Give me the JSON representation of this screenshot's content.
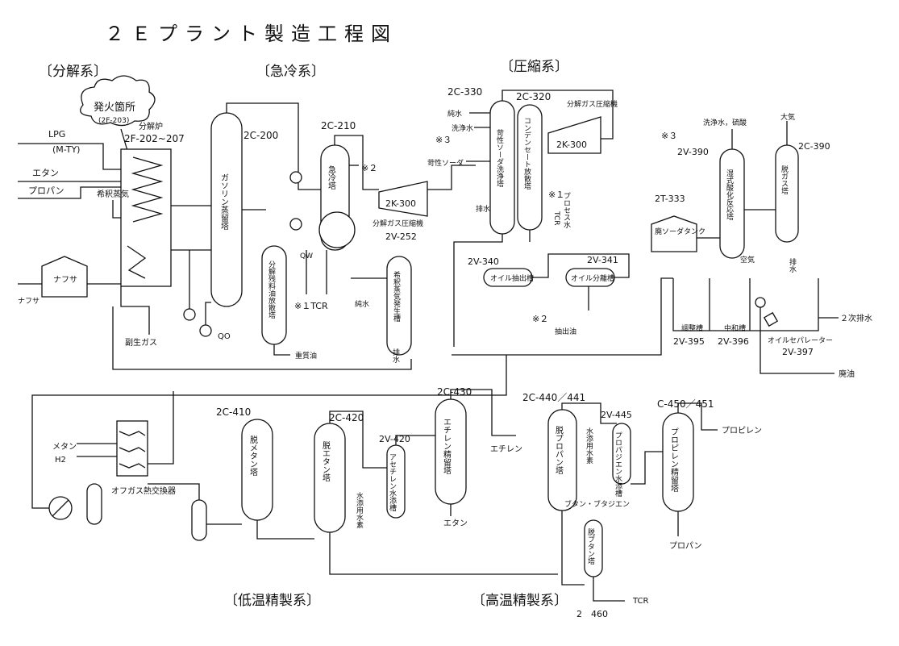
{
  "title": "２Ｅプラント製造工程図",
  "sections": {
    "bunkai": "〔分解系〕",
    "kyurei": "〔急冷系〕",
    "asshuku": "〔圧縮系〕",
    "teion": "〔低温精製系〕",
    "koon": "〔高温精製系〕"
  },
  "annotation": {
    "bubble_main": "発火箇所",
    "bubble_sub": "(2F-203)"
  },
  "equipment": {
    "furnace_tag": "分解炉",
    "furnace_id": "2F-202~207",
    "naphtha_tank": "ナフサ",
    "c200_id": "2C-200",
    "c200_name": "ガソリン蒸留塔",
    "oil_tower_name": "分解残料油放散塔",
    "c210_id": "2C-210",
    "c210_name": "急冷塔",
    "k300a_id": "2K-300",
    "k300a_name": "分解ガス圧縮機",
    "v252_id": "2V-252",
    "v252_name": "希釈蒸気発生槽",
    "c330_id": "2C-330",
    "c330_name": "苛性ソーダ洗浄塔",
    "c320_id": "2C-320",
    "c320_name": "コンデンセート放散塔",
    "k300b_id": "2K-300",
    "k300b_tag": "分解ガス圧縮機",
    "v340_id": "2V-340",
    "v340_name": "オイル抽出槽",
    "v341_id": "2V-341",
    "v341_name": "オイル分離槽",
    "t333_id": "2T-333",
    "t333_name": "廃ソーダタンク",
    "v390_id": "2V-390",
    "v390_name": "湿式酸化反応塔",
    "c390_id": "2C-390",
    "c390_name": "脱ガス塔",
    "v395_name": "調整槽",
    "v395_id": "2V-395",
    "v396_name": "中和槽",
    "v396_id": "2V-396",
    "v397_name": "オイルセパレーター",
    "v397_id": "2V-397",
    "offgas_hx": "オフガス熱交換器",
    "c410_id": "2C-410",
    "c410_name": "脱メタン塔",
    "c420_id": "2C-420",
    "c420_name": "脱エタン塔",
    "v420_id": "2V-420",
    "v420_name": "アセチレン水添槽",
    "c430_id": "2C-430",
    "c430_name": "エチレン精留塔",
    "c440_id": "2C-440／441",
    "c440_name": "脱プロパン塔",
    "v445_id": "2V-445",
    "v445_name": "プロパジエン水添槽",
    "c450_id": "C-450／451",
    "c450_name": "プロピレン精留塔",
    "c460_id": "2　460",
    "c460_name": "脱ブタン塔"
  },
  "streams": {
    "lpg": "LPG",
    "mty": "(M-TY)",
    "ethane": "エタン",
    "propane": "プロパン",
    "dilution_steam": "希釈蒸気",
    "naphtha_in": "ナフサ",
    "byproduct_gas": "副生ガス",
    "qo": "QO",
    "qw": "QW",
    "heavy_oil": "重質油",
    "pure_water_1": "純水",
    "tcr_1": "※１TCR",
    "drain_1": "排水",
    "note2_a": "※２",
    "pure_water_2": "純水",
    "wash_water": "洗浄水",
    "note3_a": "※３",
    "caustic": "苛性ソーダ",
    "drain_2": "排水",
    "note1_b": "※１",
    "tcr_2": "TCR",
    "process_water": "プロセス水",
    "note2_b": "※２",
    "extract_oil": "抽出油",
    "wash_water_2": "洗浄水，硫酸",
    "note3_b": "※３",
    "atmosphere": "大気",
    "air": "空気",
    "drain_3": "排水",
    "secondary_drain": "２次排水",
    "waste_oil": "廃油",
    "methane": "メタン",
    "h2": "H2",
    "h2_for_hydro_1": "水添用水素",
    "ethylene": "エチレン",
    "ethane_out": "エタン",
    "h2_for_hydro_2": "水添用水素",
    "propylene": "プロピレン",
    "butane_butadiene": "ブタン・ブタジエン",
    "propane_out": "プロパン",
    "tcr_3": "TCR"
  }
}
